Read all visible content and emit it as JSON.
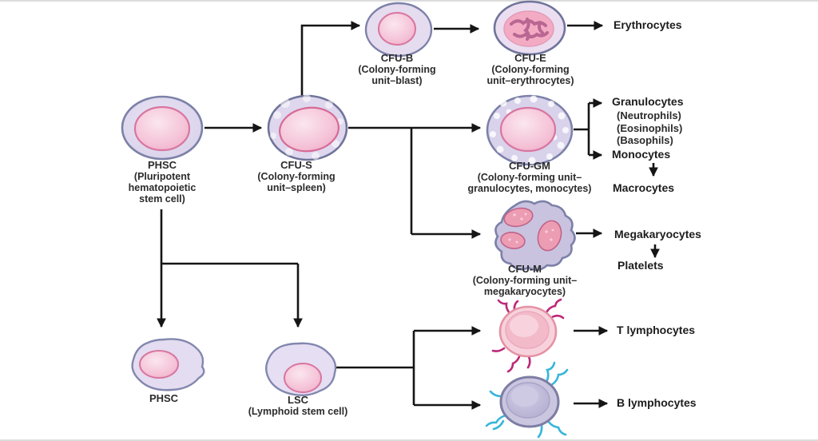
{
  "diagram_title": "Hematopoiesis lineage diagram",
  "colors": {
    "line": "#151515",
    "membrane": "#ddd6ec",
    "membrane_border": "#7c81a8",
    "nucleus": "#f3bcd2",
    "nucleus_border": "#d876a0",
    "t_receptor": "#bb2878",
    "b_receptor": "#38b6da",
    "text": "#2b2b2b"
  },
  "cells": {
    "phsc_top": {
      "name": "PHSC",
      "desc": "(Pluripotent\nhematopoietic\nstem cell)"
    },
    "cfu_s": {
      "name": "CFU-S",
      "desc": "(Colony-forming\nunit–spleen)"
    },
    "cfu_b": {
      "name": "CFU-B",
      "desc": "(Colony-forming\nunit–blast)"
    },
    "cfu_e": {
      "name": "CFU-E",
      "desc": "(Colony-forming\nunit–erythrocytes)"
    },
    "cfu_gm": {
      "name": "CFU-GM",
      "desc": "(Colony-forming unit–\ngranulocytes, monocytes)"
    },
    "cfu_m": {
      "name": "CFU-M",
      "desc": "(Colony-forming unit–\nmegakaryocytes)"
    },
    "phsc_bottom": {
      "name": "PHSC",
      "desc": ""
    },
    "lsc": {
      "name": "LSC",
      "desc": "(Lymphoid stem cell)"
    }
  },
  "products": {
    "erythrocytes": "Erythrocytes",
    "granulocytes": "Granulocytes",
    "granulocyte_types": "(Neutrophils)\n(Eosinophils)\n(Basophils)",
    "monocytes": "Monocytes",
    "macrocytes": "Macrocytes",
    "megakaryocytes": "Megakaryocytes",
    "platelets": "Platelets",
    "t_lymphocytes": "T lymphocytes",
    "b_lymphocytes": "B lymphocytes"
  }
}
